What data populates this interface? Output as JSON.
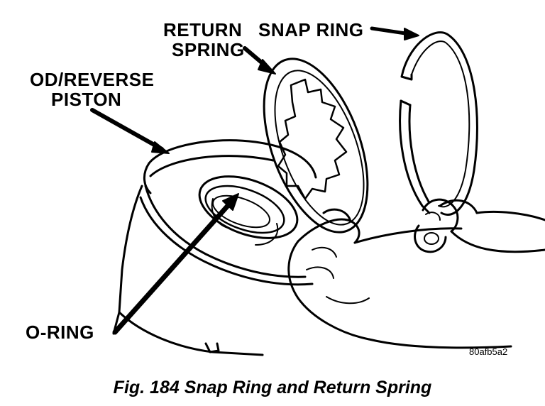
{
  "labels": {
    "return_spring": [
      "RETURN",
      "SPRING"
    ],
    "snap_ring": "SNAP RING",
    "od_reverse_piston": [
      "OD/REVERSE",
      "PISTON"
    ],
    "o_ring": "O-RING"
  },
  "figure_code": "80afb5a2",
  "caption": "Fig. 184 Snap Ring and Return Spring",
  "colors": {
    "ink": "#000000",
    "paper": "#ffffff"
  }
}
